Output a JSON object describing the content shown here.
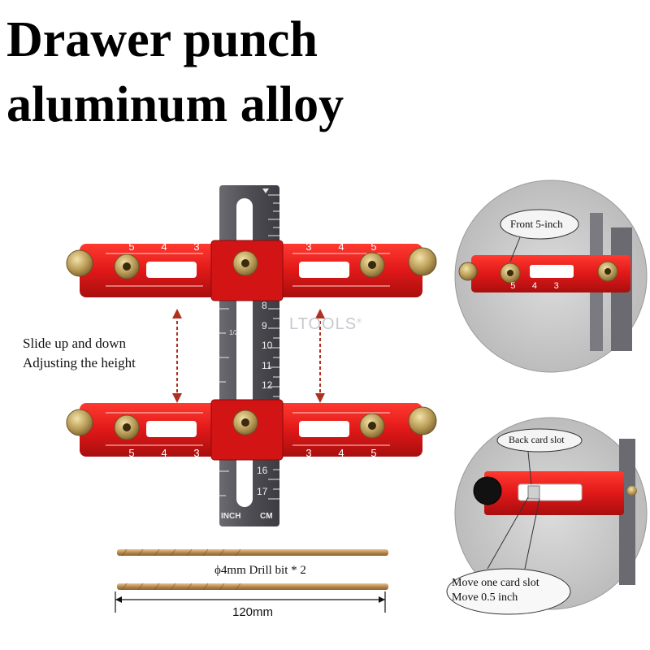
{
  "title": {
    "line1": "Drawer punch",
    "line2": "aluminum alloy"
  },
  "brand_mark": "LTOOLS",
  "brand_symbol": "®",
  "captions": {
    "slide_line1": "Slide up and down",
    "slide_line2": "Adjusting the height",
    "drill_bit": "ϕ4mm Drill bit * 2",
    "length": "120mm"
  },
  "ruler": {
    "unit_left": "INCH",
    "unit_right": "CM",
    "cm_numbers": [
      "8",
      "9",
      "10",
      "11",
      "12",
      "16",
      "17"
    ],
    "fraction": "1/2"
  },
  "jig_scale": {
    "top_row": [
      "5",
      "4",
      "3",
      "3",
      "4",
      "5"
    ],
    "bottom_row": [
      "5",
      "4",
      "3",
      "3",
      "4",
      "5"
    ]
  },
  "detail_top": {
    "label": "Front 5-inch",
    "scale": [
      "5",
      "4",
      "3"
    ]
  },
  "detail_bottom": {
    "label": "Back card slot",
    "note_line1": "Move one card slot",
    "note_line2": "Move 0.5 inch"
  },
  "colors": {
    "jig_red": "#e01818",
    "ruler_gray": "#5a5a5e",
    "brass": "#b89a55",
    "drill": "#c8a06a",
    "arrow": "#b03020"
  }
}
